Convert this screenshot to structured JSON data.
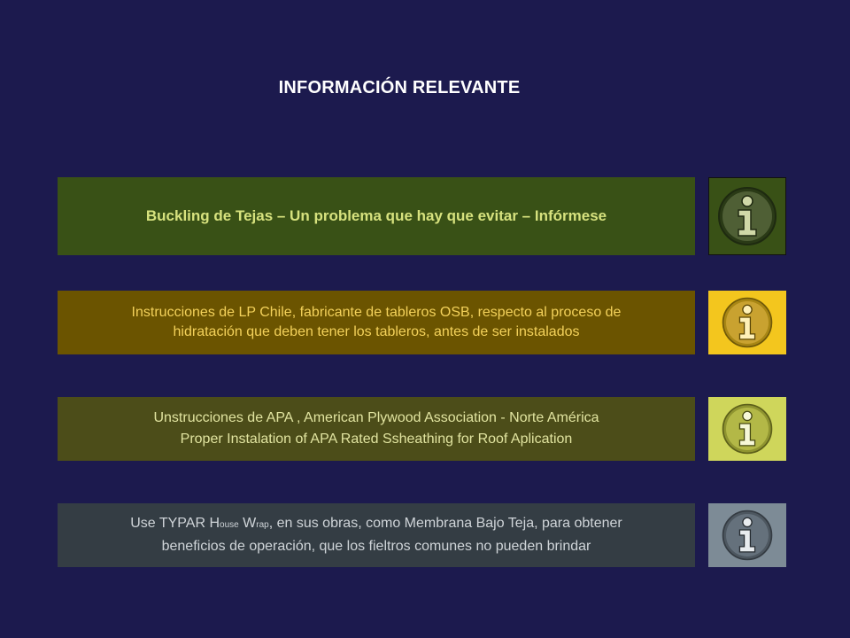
{
  "title": "INFORMACIÓN RELEVANTE",
  "items": [
    {
      "lines": [
        "Buckling de Tejas – Un problema  que hay que evitar  –  Infórmese"
      ],
      "bg": "#395116",
      "text_color": "#d7e27e",
      "icon": "info-icon",
      "icon_bg": "#395116"
    },
    {
      "lines": [
        "Instrucciones de LP Chile, fabricante de tableros OSB, respecto al proceso  de",
        "hidratación que deben tener los tableros, antes de ser instalados"
      ],
      "bg": "#6b5400",
      "text_color": "#f3d15a",
      "icon": "info-icon",
      "icon_bg": "#f3c61e"
    },
    {
      "lines": [
        "Unstrucciones de APA , American Plywood Association  -  Norte América",
        "Proper Instalation of APA  Rated Ssheathing for Roof Aplication"
      ],
      "bg": "#4c4d19",
      "text_color": "#e1e4a0",
      "icon": "info-icon",
      "icon_bg": "#cfd65b"
    },
    {
      "line1": {
        "pre": "Use  TYPAR H",
        "sub1": "ouse",
        "mid": " W",
        "sub2": "rap",
        "post": ", en sus obras, como   Membrana Bajo Teja, para obtener"
      },
      "line2": "beneficios de operación, que los fieltros comunes no pueden brindar",
      "bg": "#343d44",
      "text_color": "#cfd4d8",
      "icon": "info-icon",
      "icon_bg": "#7d8b96"
    }
  ]
}
